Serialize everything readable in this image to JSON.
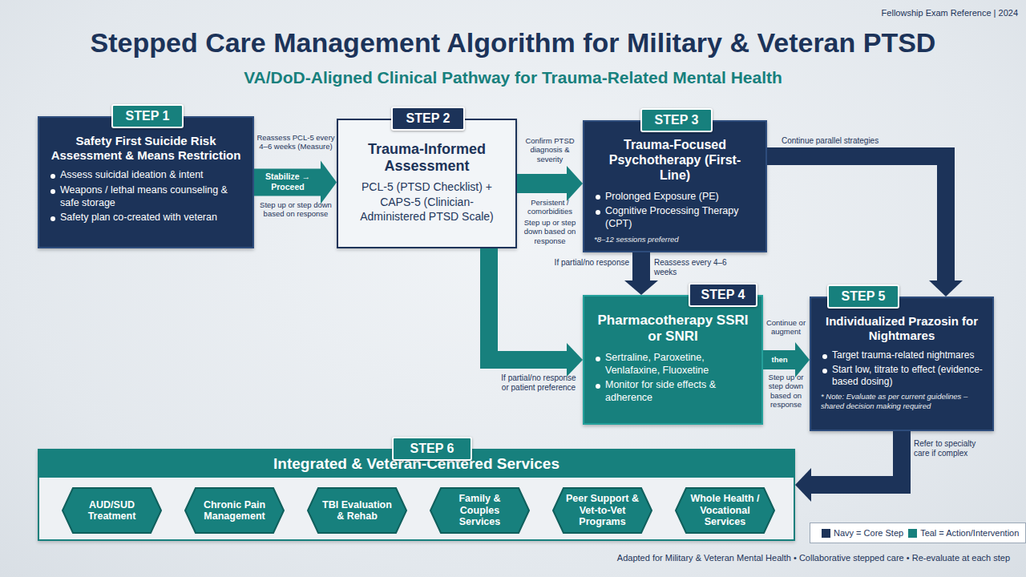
{
  "diagram": {
    "title": "Stepped Care Management Algorithm for Military & Veteran PTSD",
    "nodes": [
      {
        "text": [
          "STEP 1",
          "Safety First Suicide Risk Assessment & Means Restriction",
          "Assess suicidal ideation & intent",
          "Weapons / lethal means counseling & safe storage",
          "Safety plan co-created with veteran"
        ]
      },
      {
        "text": [
          "STEP 2",
          "Trauma-Informed Assessment",
          "PCL-5 (PTSD Checklist) + CAPS-5 (Clinician-Administered PTSD Scale)"
        ]
      },
      {
        "text": [
          "STEP 3",
          "Trauma-Focused Psychotherapy (First-Line)",
          "Prolonged Exposure (PE)",
          "Cognitive Processing Therapy (CPT)",
          "*8–12 sessions preferred"
        ]
      },
      {
        "text": [
          "STEP 4",
          "Pharmacotherapy SSRI or SNRI",
          "Sertraline, Paroxetine, Venlafaxine, Fluoxetine",
          "Monitor for side effects & adherence"
        ]
      },
      {
        "text": [
          "STEP 5",
          "Individualized Prazosin for Nightmares",
          "Target trauma-related nightmares",
          "Start low, titrate to effect (evidence-based dosing)",
          "* Note: Evaluate as per current guidelines – shared decision making required"
        ]
      },
      {
        "text": [
          "STEP 6",
          "Integrated & Veteran-Centered Services"
        ]
      },
      {
        "text": [
          "AUD/SUD Treatment"
        ],
        "in": 5
      },
      {
        "text": [
          "Chronic Pain Management"
        ],
        "in": 5
      },
      {
        "text": [
          "TBI Evaluation & Rehab"
        ],
        "in": 5
      },
      {
        "text": [
          "Family & Couples Services"
        ],
        "in": 5
      },
      {
        "text": [
          "Peer Support & Vet-to-Vet Programs"
        ],
        "in": 5
      },
      {
        "text": [
          "Whole Health / Vocational Services"
        ],
        "in": 5
      }
    ],
    "edges": [
      {
        "from": 0,
        "to": 1,
        "arrow": "to",
        "label": "Stabilize → Proceed"
      },
      {
        "from": 1,
        "to": 2,
        "arrow": "to",
        "label": "Confirm PTSD diagnosis & severity"
      },
      {
        "from": 2,
        "to": 3,
        "arrow": "to"
      },
      {
        "from": 1,
        "to": 3,
        "arrow": "to",
        "label": "If partial/no response or patient preference"
      },
      {
        "from": 2,
        "to": 4,
        "arrow": "to",
        "label": "Continue parallel strategies"
      },
      {
        "from": 3,
        "to": 4,
        "arrow": "to",
        "label": "then"
      },
      {
        "from": 4,
        "to": 5,
        "arrow": "to",
        "label": "Refer to specialty care if complex"
      }
    ],
    "labels": [
      "Fellowship Exam Reference | 2024",
      "VA/DoD-Aligned Clinical Pathway for Trauma-Related Mental Health",
      "Reassess PCL-5 every 4–6 weeks (Measure)",
      "Step up or step down based on response",
      "Persistent / comorbidities",
      "Step up or step down based on response",
      "If partial/no response",
      "Reassess every 4–6 weeks",
      "Continue or augment",
      "Step up or step down based on response",
      "Adapted for Military & Veteran Mental Health • Collaborative stepped care • Re-evaluate at each step"
    ],
    "legend": [
      {
        "text": "Navy = Core Step",
        "color": "#1c3359"
      },
      {
        "text": "Teal = Action/Intervention",
        "color": "#17807d"
      }
    ]
  }
}
